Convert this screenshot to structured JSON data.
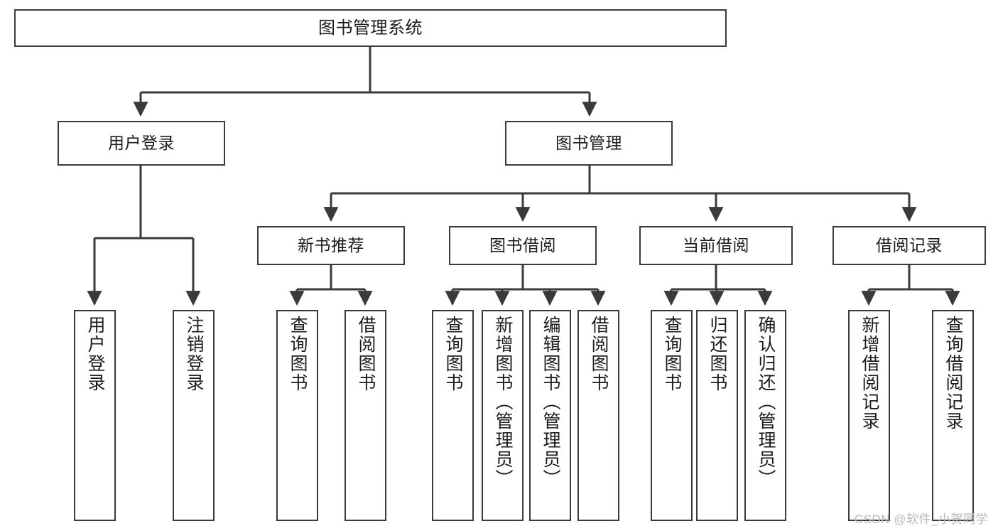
{
  "diagram": {
    "type": "tree",
    "title": "图书管理系统",
    "watermark": "CSDN @软件_小贺同学",
    "colors": {
      "box_border": "#3a3a3a",
      "box_fill": "#ffffff",
      "connector": "#3a3a3a",
      "text": "#1c1c1c",
      "watermark": "#b9b9b9"
    },
    "nodes": {
      "root": {
        "label": "图书管理系统"
      },
      "level1": [
        {
          "label": "用户登录"
        },
        {
          "label": "图书管理"
        }
      ],
      "level2": [
        {
          "label": "新书推荐"
        },
        {
          "label": "图书借阅"
        },
        {
          "label": "当前借阅"
        },
        {
          "label": "借阅记录"
        }
      ],
      "leaves": {
        "user_login": [
          {
            "label": "用户登录"
          },
          {
            "label": "注销登录"
          }
        ],
        "new_book": [
          {
            "label": "查询图书"
          },
          {
            "label": "借阅图书"
          }
        ],
        "book_borrow": [
          {
            "label": "查询图书"
          },
          {
            "label": "新增图书（管理员）"
          },
          {
            "label": "编辑图书（管理员）"
          },
          {
            "label": "借阅图书"
          }
        ],
        "current_borrow": [
          {
            "label": "查询图书"
          },
          {
            "label": "归还图书"
          },
          {
            "label": "确认归还（管理员）"
          }
        ],
        "borrow_record": [
          {
            "label": "新增借阅记录"
          },
          {
            "label": "查询借阅记录"
          }
        ]
      }
    }
  }
}
